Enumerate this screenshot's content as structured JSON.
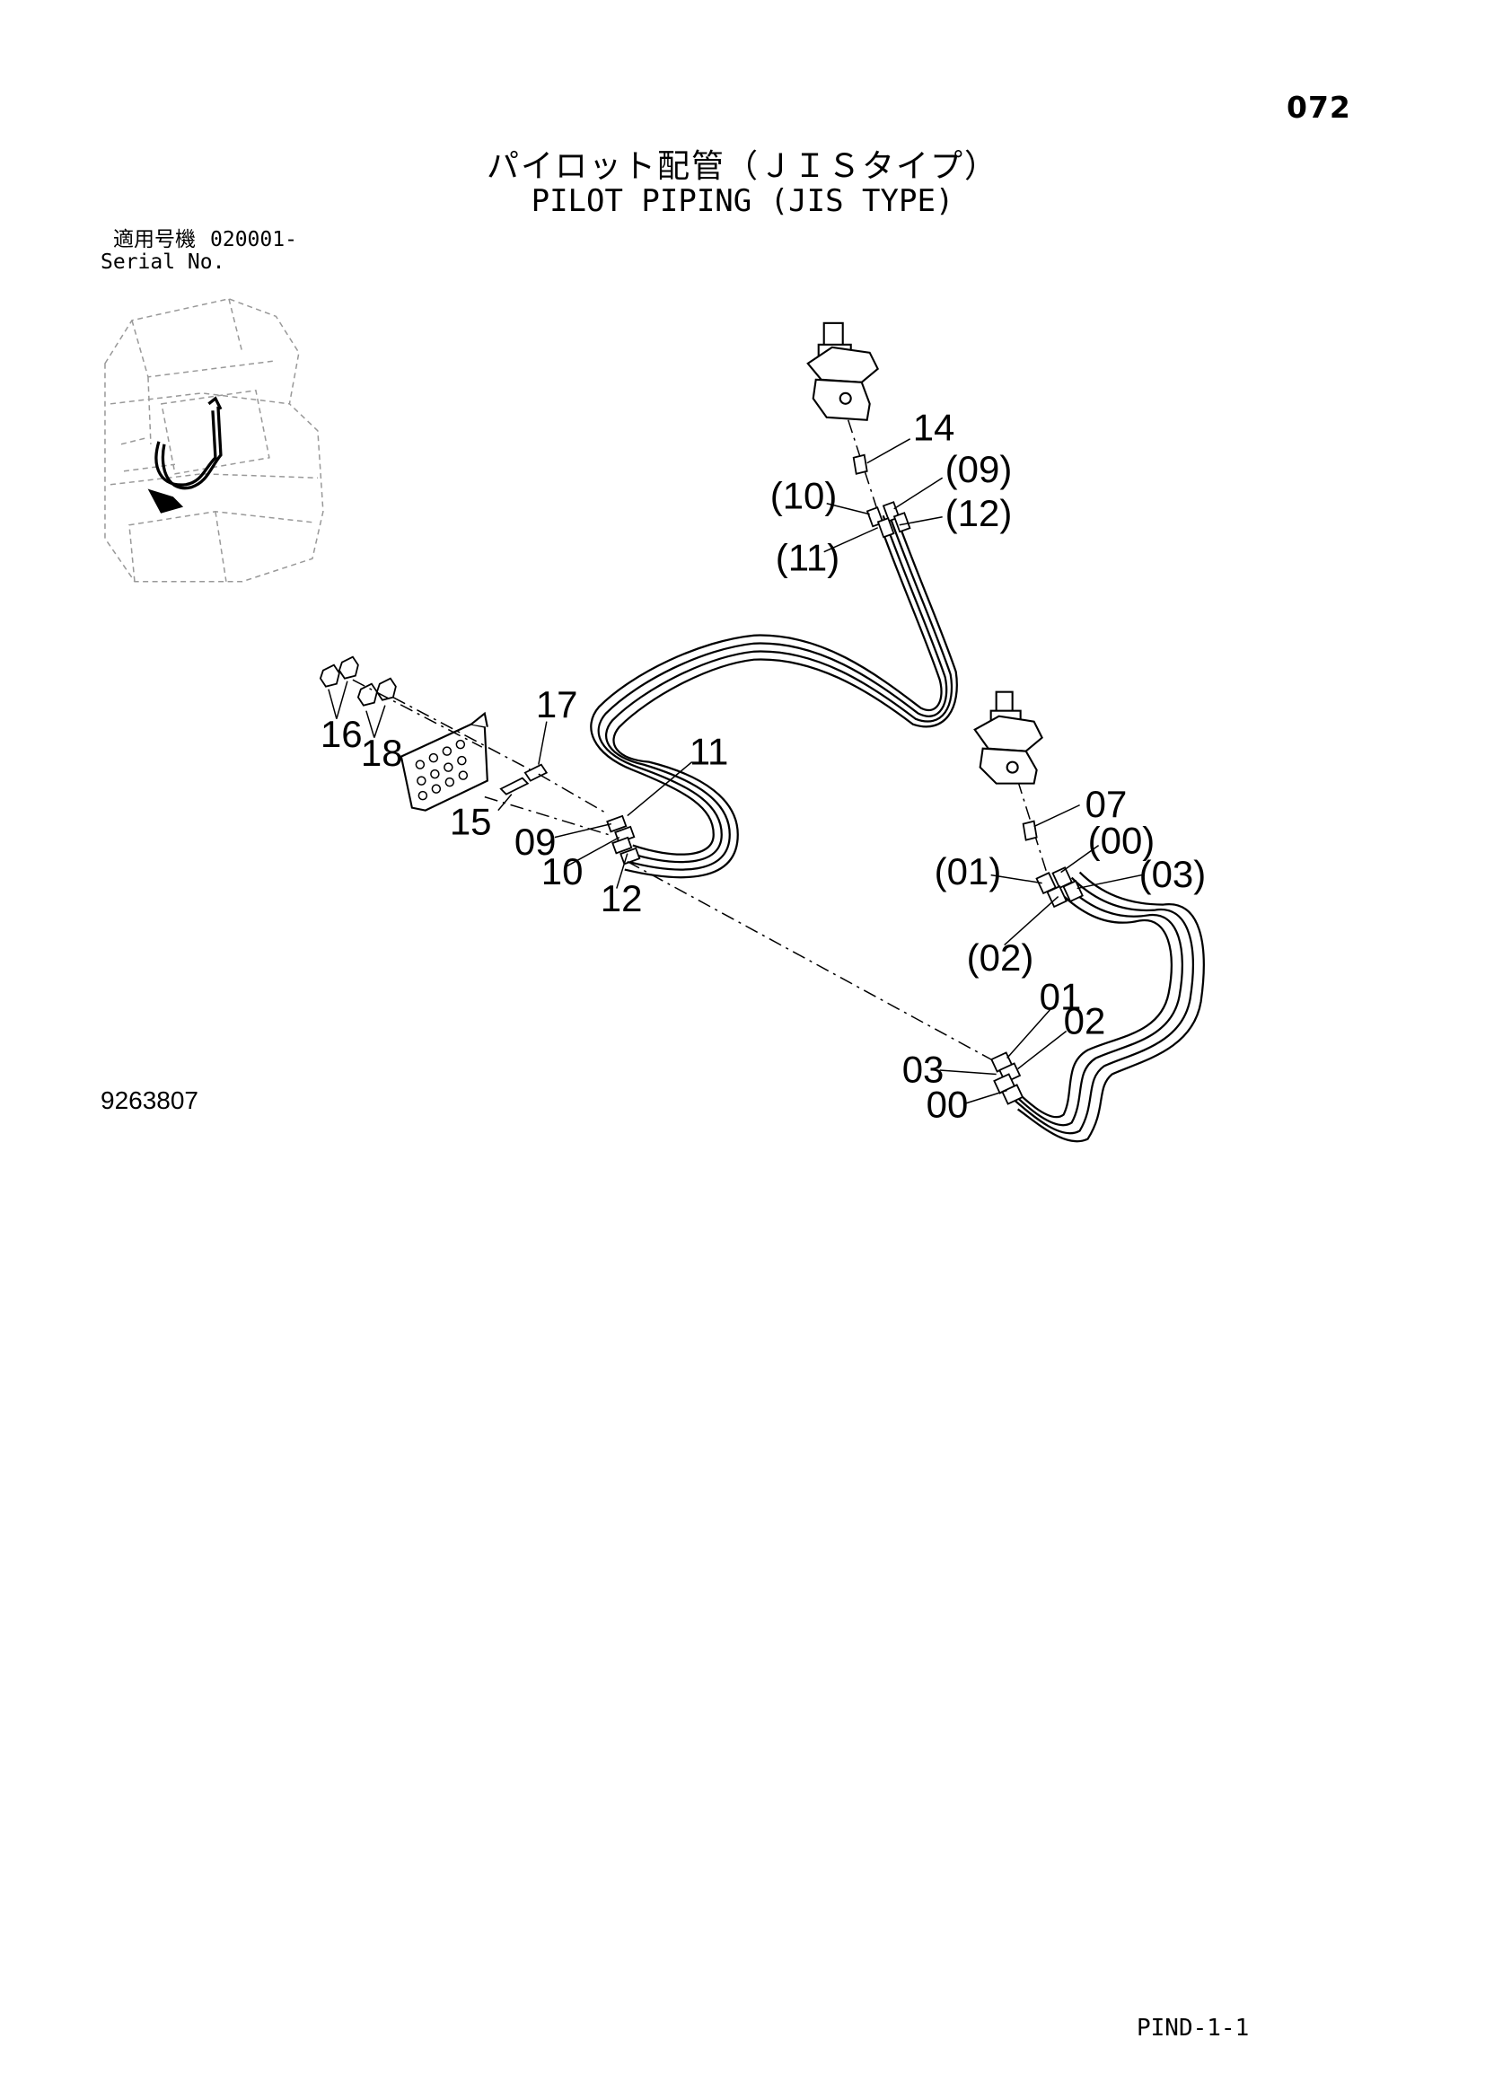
{
  "page_number": "072",
  "title_jp": "パイロット配管（ＪＩＳタイプ）",
  "title_en": "PILOT PIPING (JIS TYPE)",
  "serial": {
    "label_jp": "適用号機",
    "number": "020001-",
    "label_en": "Serial No."
  },
  "callouts": {
    "c14": "14",
    "c09p": "(09)",
    "c10p": "(10)",
    "c12p": "(12)",
    "c11p": "(11)",
    "c17": "17",
    "c16": "16",
    "c18": "18",
    "c11": "11",
    "c15": "15",
    "c09": "09",
    "c10": "10",
    "c12": "12",
    "c07": "07",
    "c00p": "(00)",
    "c01p": "(01)",
    "c03p": "(03)",
    "c02p": "(02)",
    "c01": "01",
    "c02": "02",
    "c03": "03",
    "c00": "00"
  },
  "drawing_number": "9263807",
  "page_code": "PIND-1-1"
}
